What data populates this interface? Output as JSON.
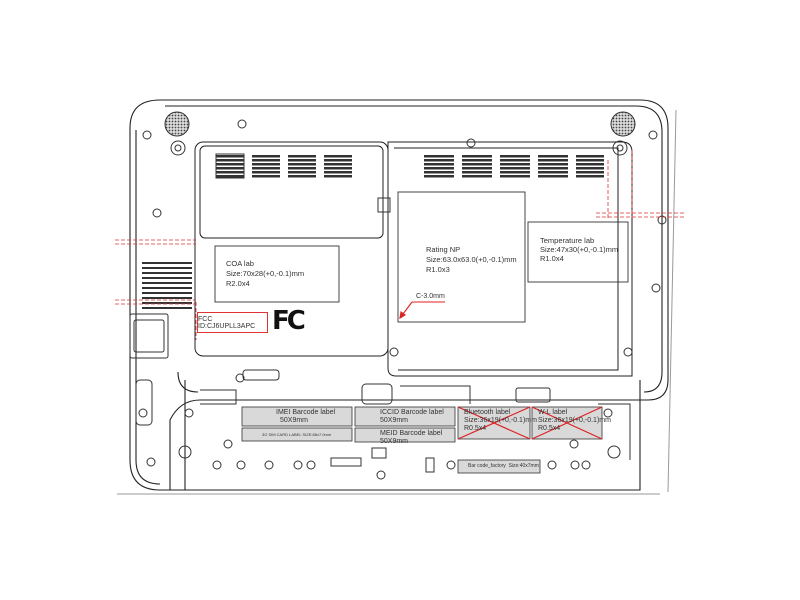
{
  "fcc": {
    "logo": "FC",
    "id_label": "FCC ID:CJ6UPLL3APC"
  },
  "coa_label": {
    "title": "COA lab",
    "size": "Size:70x28(+0,-0.1)mm",
    "radius": "R2.0x4"
  },
  "rating_label": {
    "title": "Rating NP",
    "size": "Size:63.0x63.0(+0,-0.1)mm",
    "radius": "R1.0x3"
  },
  "temperature_label": {
    "title": "Temperature lab",
    "size": "Size:47x30(+0,-0.1)mm",
    "radius": "R1.0x4"
  },
  "chamfer_note": "C-3.0mm",
  "imei_label": {
    "title": "IMEI Barcode label",
    "size": "50X9mm"
  },
  "iccid_label": {
    "title": "ICCID Barcode label",
    "size": "50X9mm"
  },
  "meid_label": {
    "title": "MEID Barcode label",
    "size": "50X9mm"
  },
  "sim_card_label": "3G SIM CARD LABEL SIZE:88x7.0mm",
  "bluetooth_label": {
    "title": "Bluetooth label",
    "size": "Size:36x19(+0,-0.1)mm",
    "radius": "R0.5x4"
  },
  "wl_label": {
    "title": "W-L label",
    "size": "Size:36x19(+0,-0.1)mm",
    "radius": "R0.5x4"
  },
  "factory_barcode": "Bar code_factory  Size:40x7mm"
}
